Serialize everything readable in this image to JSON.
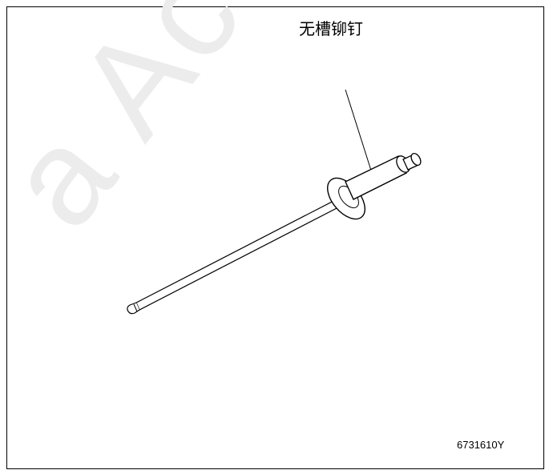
{
  "figure": {
    "callout_label": "无槽铆钉",
    "figure_code": "6731610Y",
    "watermark_text": "a Acce",
    "subject": "rivet-drawing"
  },
  "colors": {
    "line": "#000000",
    "background": "#ffffff",
    "watermark": "#ececec"
  }
}
